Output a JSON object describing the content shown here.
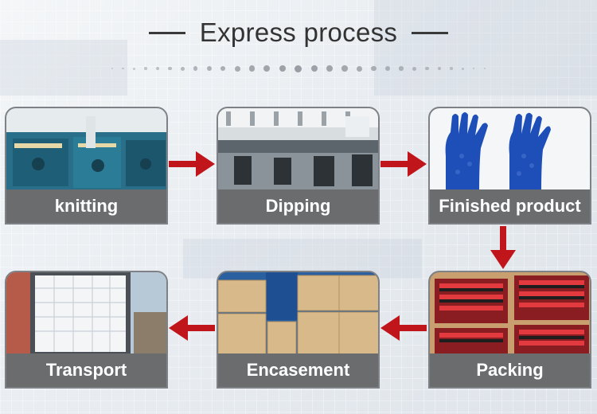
{
  "title": "Express process",
  "steps": [
    {
      "label": "knitting"
    },
    {
      "label": "Dipping"
    },
    {
      "label": "Finished product"
    },
    {
      "label": "Packing"
    },
    {
      "label": "Encasement"
    },
    {
      "label": "Transport"
    }
  ],
  "colors": {
    "arrow": "#c0161b",
    "label_bg": "#6b6c6e",
    "glove_blue": "#1e4fb8"
  }
}
